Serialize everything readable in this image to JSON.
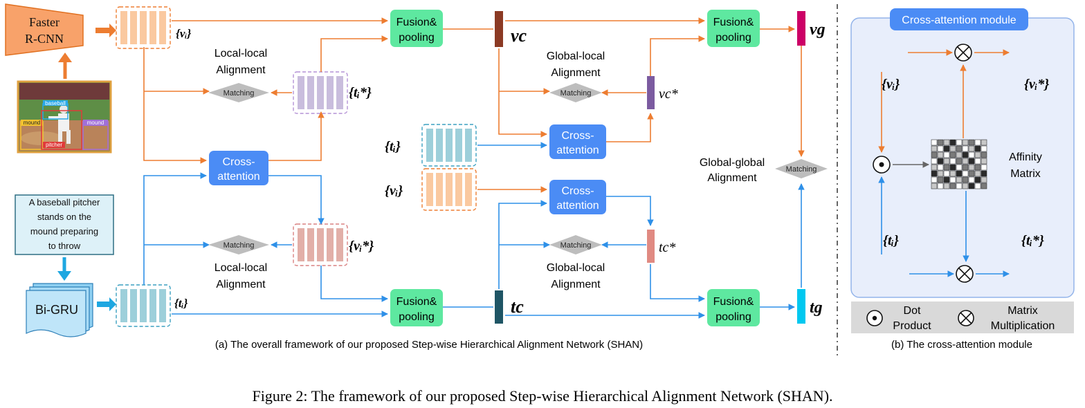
{
  "labels": {
    "faster_rcnn_line1": "Faster",
    "faster_rcnn_line2": "R-CNN",
    "bigru": "Bi-GRU",
    "caption": [
      "A baseball pitcher",
      "stands on the",
      "mound preparing",
      "to throw"
    ],
    "photo_tags": {
      "baseball": "baseball",
      "mound_left": "mound",
      "mound_right": "mound",
      "pitcher": "pitcher"
    },
    "fusion_pooling_line1": "Fusion&",
    "fusion_pooling_line2": "pooling",
    "cross_attention_line1": "Cross-",
    "cross_attention_line2": "attention",
    "matching": "Matching",
    "local_local_line1": "Local-local",
    "local_local_line2": "Alignment",
    "global_local_line1": "Global-local",
    "global_local_line2": "Alignment",
    "global_global_line1": "Global-global",
    "global_global_line2": "Alignment",
    "sym_vi": "{vᵢ}",
    "sym_ti": "{tᵢ}",
    "sym_ti_star": "{tᵢ*}",
    "sym_vi_star": "{vᵢ*}",
    "sym_vc": "vc",
    "sym_tc": "tc",
    "sym_vg": "vg",
    "sym_tg": "tg",
    "sym_vc_star": "vc*",
    "sym_tc_star": "tc*"
  },
  "module": {
    "title": "Cross-attention module",
    "affinity_line1": "Affinity",
    "affinity_line2": "Matrix",
    "legend_dot_line1": "Dot",
    "legend_dot_line2": "Product",
    "legend_mm_line1": "Matrix",
    "legend_mm_line2": "Multiplication"
  },
  "captions": {
    "sub_a": "(a) The overall framework of our proposed Step-wise Hierarchical Alignment Network (SHAN)",
    "sub_b": "(b) The cross-attention module",
    "figure": "Figure 2: The framework of our proposed Step-wise Hierarchical Alignment Network (SHAN)."
  },
  "colors": {
    "orange": "#ED7D31",
    "blue": "#2E90E8",
    "fusion_green": "#5EE8A0",
    "cross_blue": "#4B8CF5",
    "matching_gray": "#BDBDBD",
    "image_feat_fill": "#FAC9A0",
    "text_feat_fill": "#9DCFDA",
    "t_star_fill": "#C9BDDD",
    "v_star_fill": "#E2AFA8",
    "vc_bar": "#8B3A24",
    "tc_bar": "#1F5565",
    "vg_bar": "#CC0066",
    "tg_bar": "#00C8F0",
    "vc_star_bar": "#7B5BA0",
    "tc_star_bar": "#E08A82",
    "module_bg": "#E8EEFB",
    "module_border": "#93B4EA",
    "legend_bg": "#D9D9D9"
  },
  "affinity_matrix": {
    "rows": 8,
    "cols": 9,
    "cells": [
      0,
      2,
      1,
      3,
      0,
      1,
      2,
      0,
      1,
      1,
      0,
      3,
      1,
      2,
      0,
      1,
      3,
      0,
      2,
      1,
      0,
      2,
      1,
      3,
      0,
      1,
      2,
      0,
      3,
      1,
      0,
      2,
      1,
      3,
      0,
      1,
      1,
      0,
      2,
      3,
      0,
      2,
      1,
      2,
      0,
      3,
      1,
      0,
      1,
      3,
      0,
      2,
      1,
      3,
      0,
      2,
      3,
      0,
      1,
      2,
      0,
      3,
      1,
      1,
      0,
      1,
      2,
      0,
      1,
      3,
      0,
      2
    ]
  }
}
